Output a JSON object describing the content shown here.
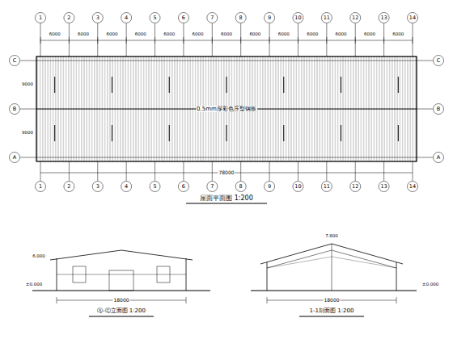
{
  "diagram": {
    "labels": [
      "屋面平面图 1:200",
      "0.5mm厚彩色压型钢板",
      "Ⓐ-Ⓒ立面图 1:200",
      "1-1剖面图 1:200",
      "1",
      "2",
      "3",
      "4",
      "5",
      "6",
      "7",
      "8",
      "9",
      "10",
      "11",
      "12",
      "13",
      "14",
      "1",
      "2",
      "3",
      "4",
      "5",
      "6",
      "7",
      "8",
      "9",
      "10",
      "11",
      "12",
      "13",
      "14",
      "A",
      "B",
      "C",
      "A",
      "B",
      "C",
      "6000",
      "6000",
      "6000",
      "6000",
      "6000",
      "6000",
      "6000",
      "6000",
      "6000",
      "6000",
      "6000",
      "6000",
      "6000",
      "78000",
      "9000",
      "9000",
      "18000",
      "18000",
      "±0.000",
      "±0.000",
      "6.000",
      "7.800"
    ]
  }
}
